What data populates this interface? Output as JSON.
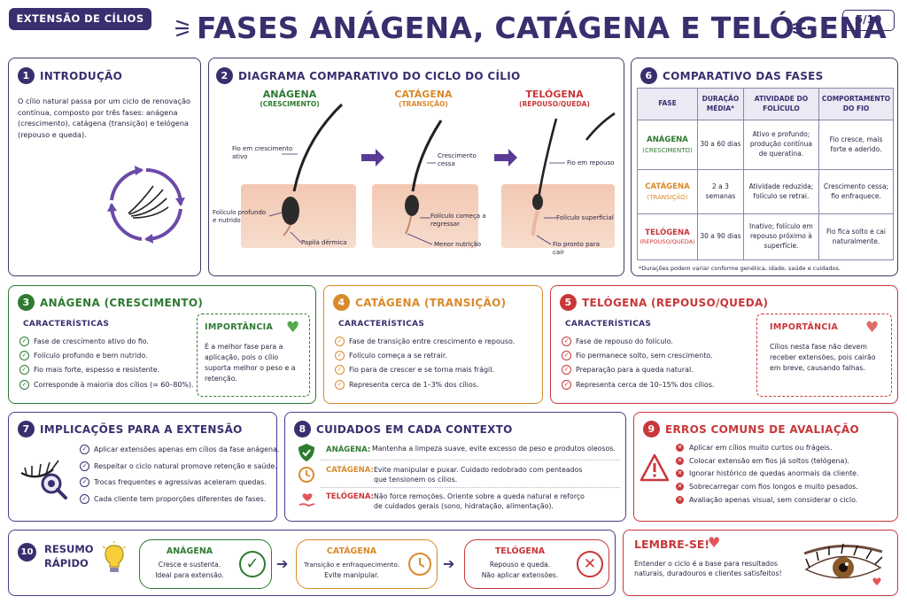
{
  "header": {
    "badge": "EXTENSÃO DE CÍLIOS",
    "title": "FASES ANÁGENA, CATÁGENA E TELÓGENA",
    "page": "5/10"
  },
  "intro": {
    "num": "1",
    "title": "INTRODUÇÃO",
    "text": "O cílio natural passa por um ciclo de renovação contínua, composto por três fases: anágena (crescimento), catágena (transição) e telógena (repouso e queda)."
  },
  "diagram": {
    "num": "2",
    "title": "DIAGRAMA COMPARATIVO DO CICLO DO CÍLIO",
    "phases": [
      {
        "name": "ANÁGENA",
        "sub": "(CRESCIMENTO)"
      },
      {
        "name": "CATÁGENA",
        "sub": "(TRANSIÇÃO)"
      },
      {
        "name": "TELÓGENA",
        "sub": "(REPOUSO/QUEDA)"
      }
    ],
    "labels": {
      "a1": "Fio em crescimento ativo",
      "a2": "Folículo profundo e nutrido",
      "a3": "Papila dérmica",
      "c1": "Crescimento cessa",
      "c2": "Folículo começa a regressar",
      "c3": "Menor nutrição",
      "t1": "Fio em repouso",
      "t2": "Folículo superficial",
      "t3": "Fio pronto para cair"
    }
  },
  "compare": {
    "num": "6",
    "title": "COMPARATIVO DAS FASES",
    "headers": [
      "FASE",
      "DURAÇÃO MÉDIA*",
      "ATIVIDADE DO FOLÍCULO",
      "COMPORTAMENTO DO FIO"
    ],
    "rows": [
      {
        "fase": "ANÁGENA",
        "sub": "(CRESCIMENTO)",
        "dur": "30 a 60 dias",
        "ativ": "Ativo e profundo; produção contínua de queratina.",
        "comp": "Fio cresce, mais forte e aderido."
      },
      {
        "fase": "CATÁGENA",
        "sub": "(TRANSIÇÃO)",
        "dur": "2 a 3 semanas",
        "ativ": "Atividade reduzida; folículo se retrai.",
        "comp": "Crescimento cessa; fio enfraquece."
      },
      {
        "fase": "TELÓGENA",
        "sub": "(REPOUSO/QUEDA)",
        "dur": "30 a 90 dias",
        "ativ": "Inativo; folículo em repouso próximo à superfície.",
        "comp": "Fio fica solto e cai naturalmente."
      }
    ],
    "note": "*Durações podem variar conforme genética, idade, saúde e cuidados."
  },
  "anagena": {
    "num": "3",
    "title": "ANÁGENA (CRESCIMENTO)",
    "sub": "CARACTERÍSTICAS",
    "items": [
      "Fase de crescimento ativo do fio.",
      "Folículo profundo e bem nutrido.",
      "Fio mais forte, espesso e resistente.",
      "Corresponde à maioria dos cílios (≈ 60–80%)."
    ],
    "imp_title": "IMPORTÂNCIA",
    "imp_text": "É a melhor fase para a aplicação, pois o cílio suporta melhor o peso e a retenção."
  },
  "catagena": {
    "num": "4",
    "title": "CATÁGENA (TRANSIÇÃO)",
    "sub": "CARACTERÍSTICAS",
    "items": [
      "Fase de transição entre crescimento e repouso.",
      "Folículo começa a se retrair.",
      "Fio para de crescer e se torna mais frágil.",
      "Representa cerca de 1–3% dos cílios."
    ]
  },
  "telogena": {
    "num": "5",
    "title": "TELÓGENA (REPOUSO/QUEDA)",
    "sub": "CARACTERÍSTICAS",
    "items": [
      "Fase de repouso do folículo.",
      "Fio permanece solto, sem crescimento.",
      "Preparação para a queda natural.",
      "Representa cerca de 10–15% dos cílios."
    ],
    "imp_title": "IMPORTÂNCIA",
    "imp_text": "Cílios nesta fase não devem receber extensões, pois cairão em breve, causando falhas."
  },
  "implic": {
    "num": "7",
    "title": "IMPLICAÇÕES PARA A EXTENSÃO",
    "items": [
      "Aplicar extensões apenas em cílios da fase anágena.",
      "Respeitar o ciclo natural promove retenção e saúde.",
      "Trocas frequentes e agressivas aceleram quedas.",
      "Cada cliente tem proporções diferentes de fases."
    ]
  },
  "cuidados": {
    "num": "8",
    "title": "CUIDADOS EM CADA CONTEXTO",
    "rows": [
      {
        "k": "ANÁGENA:",
        "v": "Mantenha a limpeza suave, evite excesso de peso e produtos oleosos."
      },
      {
        "k": "CATÁGENA:",
        "v": "Evite manipular e puxar. Cuidado redobrado com penteados que tensionem os cílios."
      },
      {
        "k": "TELÓGENA:",
        "v": "Não force remoções. Oriente sobre a queda natural e reforço de cuidados gerais (sono, hidratação, alimentação)."
      }
    ]
  },
  "erros": {
    "num": "9",
    "title": "ERROS COMUNS DE AVALIAÇÃO",
    "items": [
      "Aplicar em cílios muito curtos ou frágeis.",
      "Colocar extensão em fios já soltos (telógena).",
      "Ignorar histórico de quedas anormais da cliente.",
      "Sobrecarregar com fios longos e muito pesados.",
      "Avaliação apenas visual, sem considerar o ciclo."
    ]
  },
  "resumo": {
    "num": "10",
    "title1": "RESUMO",
    "title2": "RÁPIDO",
    "pills": [
      {
        "name": "ANÁGENA",
        "l1": "Cresce e sustenta.",
        "l2": "Ideal para extensão."
      },
      {
        "name": "CATÁGENA",
        "l1": "Transição e enfraquecimento.",
        "l2": "Evite manipular."
      },
      {
        "name": "TELÓGENA",
        "l1": "Repouso e queda.",
        "l2": "Não aplicar extensões."
      }
    ]
  },
  "lembre": {
    "title": "LEMBRE-SE!",
    "text": "Entender o ciclo é a base para resultados naturais, duradouros e clientes satisfeitos!"
  },
  "colors": {
    "purple": "#3a2e6e",
    "green": "#2f7a32",
    "orange": "#d98a2b",
    "red": "#c8373a"
  }
}
